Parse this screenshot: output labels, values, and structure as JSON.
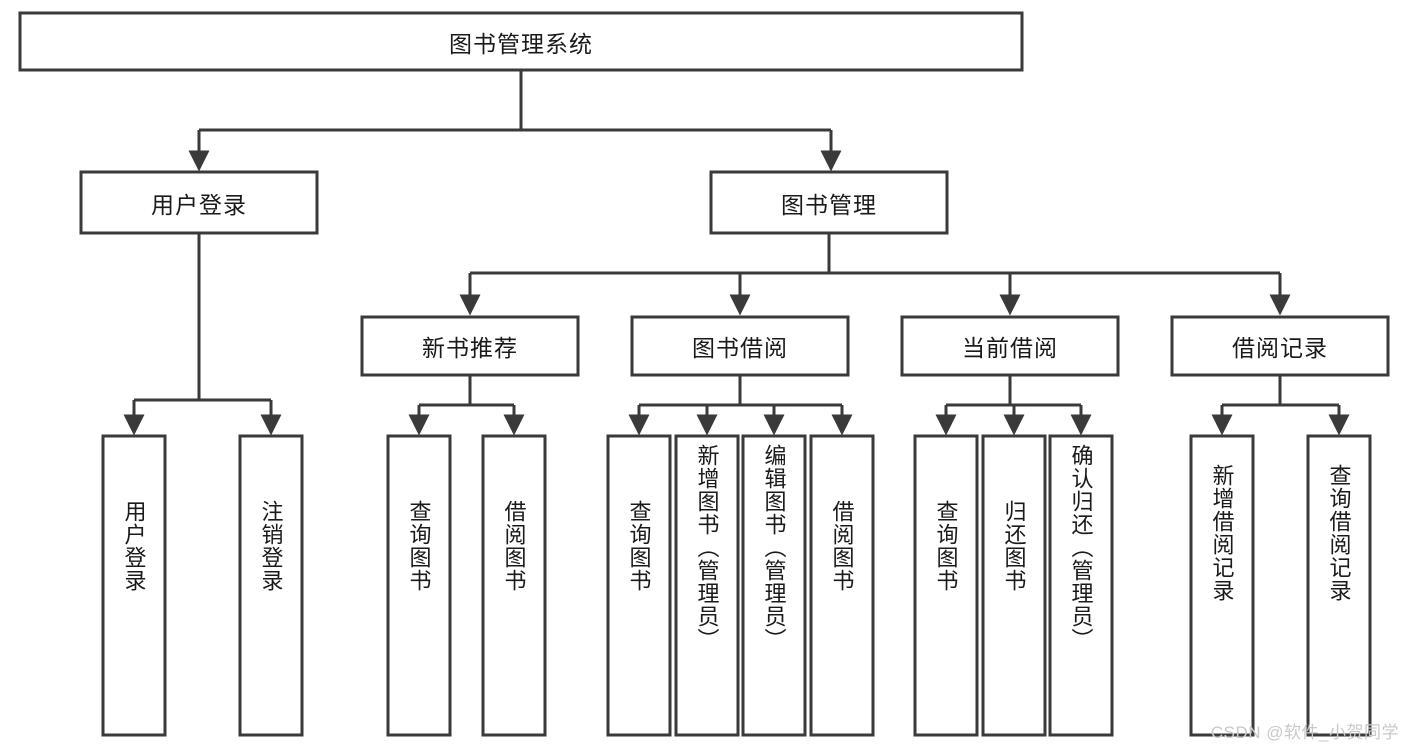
{
  "diagram": {
    "title": "图书管理系统",
    "type": "tree",
    "watermark": "CSDN @软件_小贺同学",
    "colors": {
      "background": "#ffffff",
      "box_stroke": "#3a3a3a",
      "box_fill": "#ffffff",
      "connector": "#3a3a3a",
      "text": "#1a1a1a",
      "watermark": "#c9c9c9"
    },
    "levels": {
      "root": {
        "label": "图书管理系统"
      },
      "level2": [
        {
          "label": "用户登录"
        },
        {
          "label": "图书管理"
        }
      ],
      "level3": [
        {
          "label": "新书推荐"
        },
        {
          "label": "图书借阅"
        },
        {
          "label": "当前借阅"
        },
        {
          "label": "借阅记录"
        }
      ],
      "leaves": {
        "user_login": [
          {
            "label": "用户登录"
          },
          {
            "label": "注销登录"
          }
        ],
        "new_book_recommend": [
          {
            "label": "查询图书"
          },
          {
            "label": "借阅图书"
          }
        ],
        "book_borrow": [
          {
            "label": "查询图书"
          },
          {
            "label": "新增图书（管理员）"
          },
          {
            "label": "编辑图书（管理员）"
          },
          {
            "label": "借阅图书"
          }
        ],
        "current_borrow": [
          {
            "label": "查询图书"
          },
          {
            "label": "归还图书"
          },
          {
            "label": "确认归还（管理员）"
          }
        ],
        "borrow_record": [
          {
            "label": "新增借阅记录"
          },
          {
            "label": "查询借阅记录"
          }
        ]
      }
    }
  }
}
